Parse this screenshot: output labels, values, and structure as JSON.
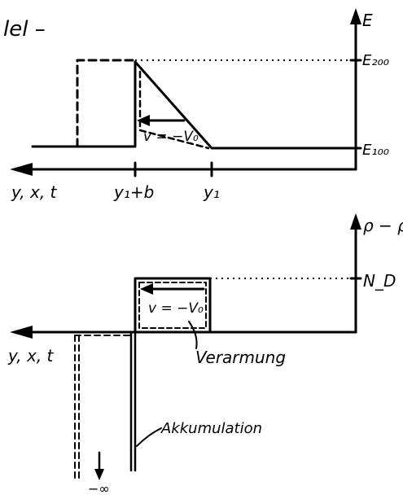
{
  "colors": {
    "ink": "#000000",
    "background": "#ffffff"
  },
  "top_diagram": {
    "corner_text": "lel –",
    "axis_label": "E",
    "level_high": "E₂₀₀",
    "level_low": "E₁₀₀",
    "velocity": "v = −V₀",
    "x_axis_label": "y, x, t",
    "tick_y1b": "y₁+b",
    "tick_y1": "y₁"
  },
  "bottom_diagram": {
    "axis_label": "ρ − ρ",
    "level_nd": "N_D",
    "velocity": "v = −V₀",
    "x_axis_label": "y, x, t",
    "label_depletion": "Verarmung",
    "label_accumulation": "Akkumulation",
    "minus_infinity": "−∞"
  }
}
